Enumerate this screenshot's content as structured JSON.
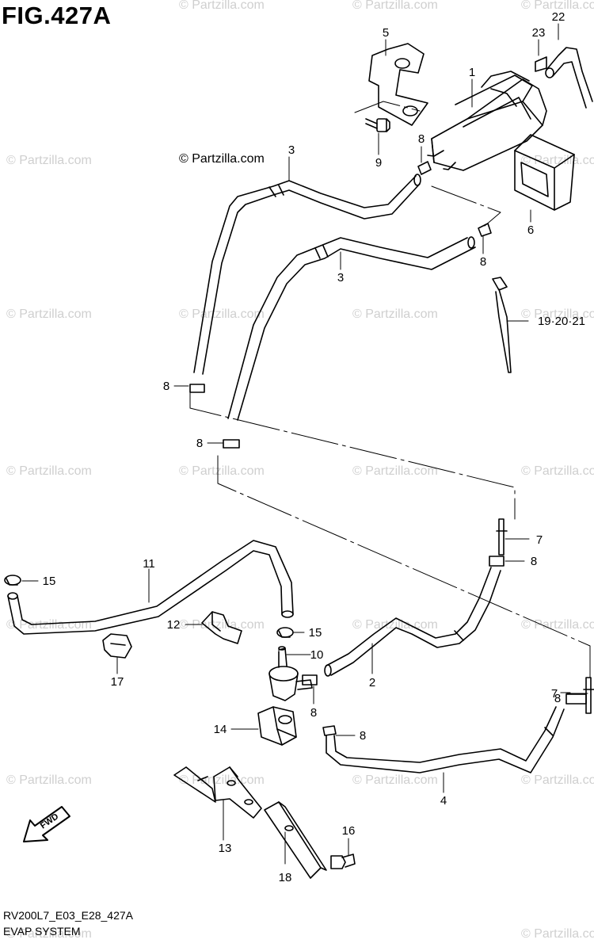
{
  "figure_title": "FIG.427A",
  "copyright": "© Partzilla.com",
  "watermark": "© Partzilla.com",
  "footer": {
    "code": "RV200L7_E03_E28_427A",
    "title": "EVAP SYSTEM"
  },
  "fwd_label": "FWD",
  "callouts": {
    "c1": "1",
    "c2": "2",
    "c3a": "3",
    "c3b": "3",
    "c4": "4",
    "c5": "5",
    "c6": "6",
    "c7a": "7",
    "c7b": "7",
    "c8a": "8",
    "c8b": "8",
    "c8c": "8",
    "c8d": "8",
    "c8e": "8",
    "c8f": "8",
    "c8g": "8",
    "c8h": "8",
    "c9": "9",
    "c10": "10",
    "c11": "11",
    "c12": "12",
    "c13": "13",
    "c14": "14",
    "c15a": "15",
    "c15b": "15",
    "c16": "16",
    "c17": "17",
    "c18": "18",
    "c19": "19·20·21",
    "c22": "22",
    "c23": "23"
  }
}
